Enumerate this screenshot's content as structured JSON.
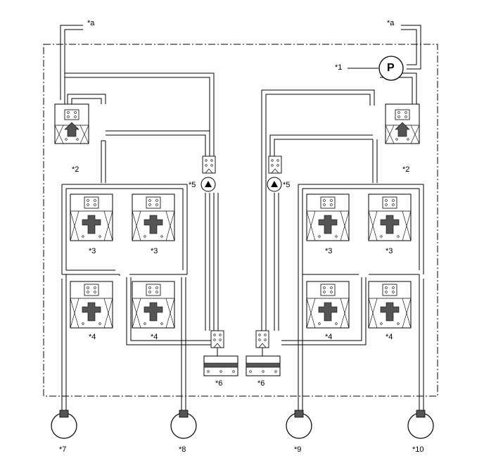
{
  "labels": {
    "a_left": "*a",
    "a_right": "*a",
    "pump_callout": "*1",
    "pump_symbol": "P",
    "v2_left": "*2",
    "v2_right": "*2",
    "v3_ll": "*3",
    "v3_lr": "*3",
    "v3_rl": "*3",
    "v3_rr": "*3",
    "v4_ll": "*4",
    "v4_lr": "*4",
    "v4_rl": "*4",
    "v4_rr": "*4",
    "p5_left": "*5",
    "p5_right": "*5",
    "r6_left": "*6",
    "r6_right": "*6",
    "w7": "*7",
    "w8": "*8",
    "w9": "*9",
    "w10": "*10"
  }
}
